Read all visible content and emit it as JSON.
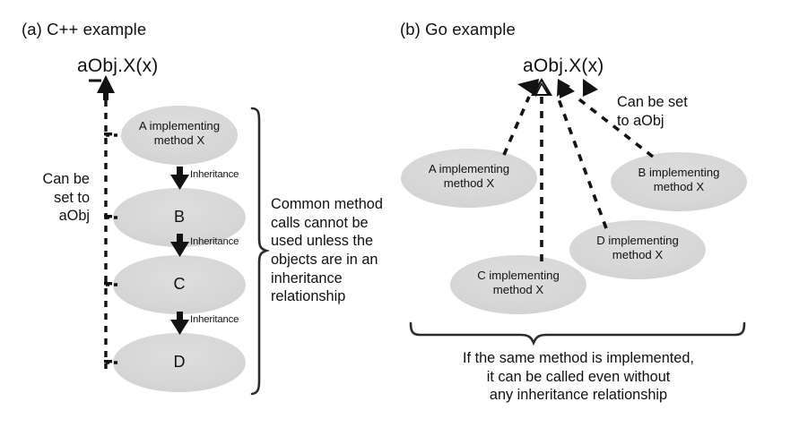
{
  "figure": {
    "background": "#ffffff",
    "ellipse_fill": "#d6d6d6",
    "stroke": "#1a1a1a"
  },
  "panel_a": {
    "title": "(a) C++ example",
    "call": "aObj.X(x)",
    "side_note": "Can be\nset to\naObj",
    "brace_note": "Common method\ncalls cannot be\nused unless the\nobjects are in an\ninheritance\nrelationship",
    "nodes": [
      {
        "label": "A implementing\nmethod X",
        "size": "small"
      },
      {
        "label": "B",
        "size": "big"
      },
      {
        "label": "C",
        "size": "big"
      },
      {
        "label": "D",
        "size": "big"
      }
    ],
    "edges": [
      {
        "label": "Inheritance"
      },
      {
        "label": "Inheritance"
      },
      {
        "label": "Inheritance"
      }
    ]
  },
  "panel_b": {
    "title": "(b) Go example",
    "call": "aObj.X(x)",
    "side_note": "Can be set\nto aObj",
    "brace_note": "If the same method is implemented,\nit can be called even without\nany inheritance relationship",
    "nodes": [
      {
        "label": "A implementing\nmethod X"
      },
      {
        "label": "B implementing\nmethod X"
      },
      {
        "label": "C implementing\nmethod X"
      },
      {
        "label": "D implementing\nmethod X"
      }
    ]
  }
}
